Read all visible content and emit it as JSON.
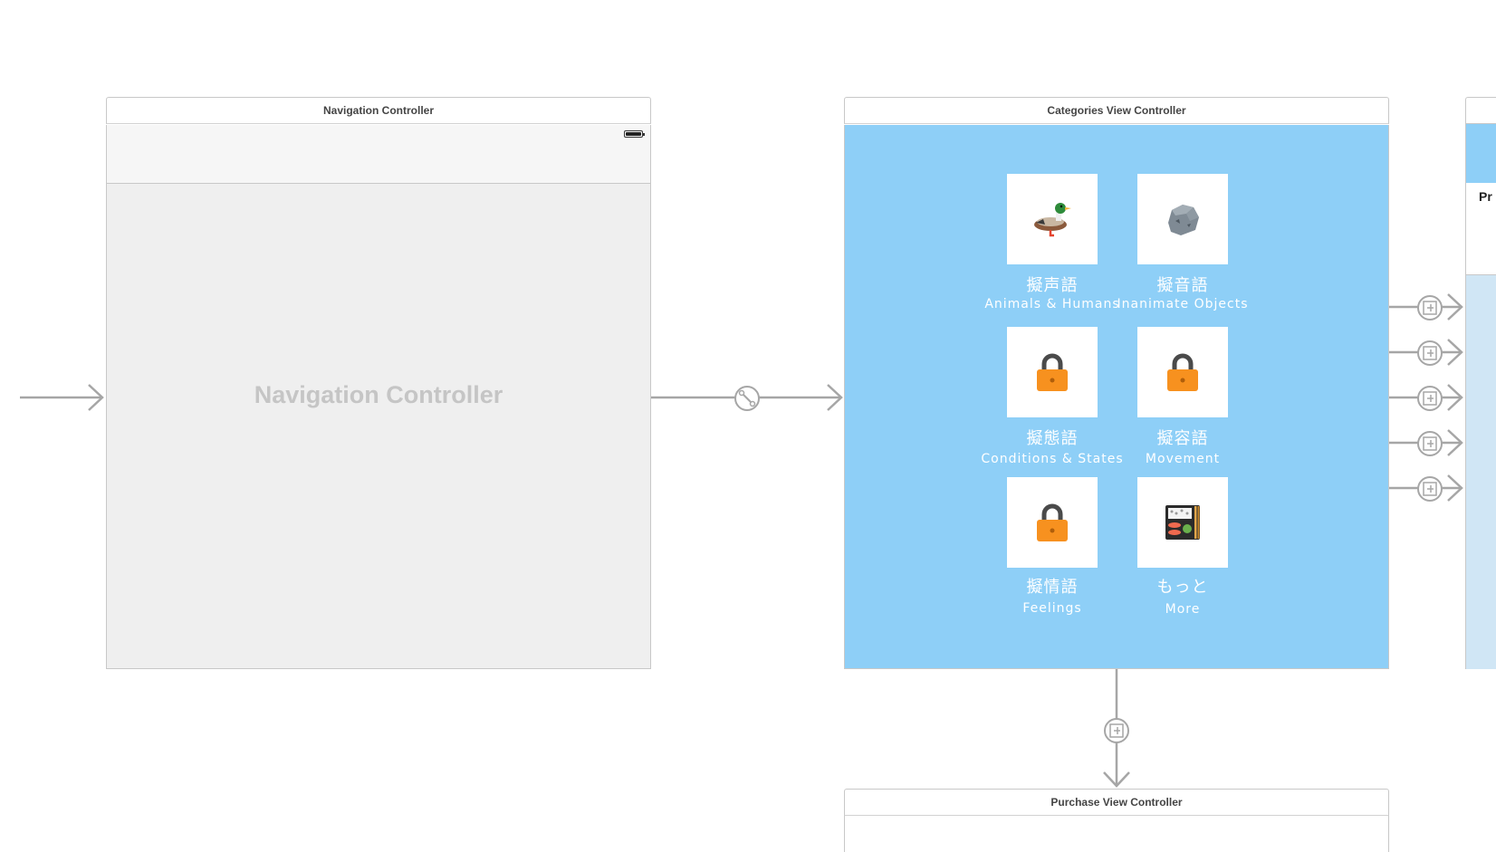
{
  "nav_controller": {
    "title": "Navigation Controller",
    "placeholder": "Navigation Controller"
  },
  "categories_controller": {
    "title": "Categories View Controller",
    "background": "#8ecff7",
    "tiles": [
      {
        "jp": "擬声語",
        "en": "Animals & Humans",
        "icon": "duck-icon"
      },
      {
        "jp": "擬音語",
        "en": "Inanimate Objects",
        "icon": "rock-icon"
      },
      {
        "jp": "擬態語",
        "en": "Conditions & States",
        "icon": "lock-icon"
      },
      {
        "jp": "擬容語",
        "en": "Movement",
        "icon": "lock-icon"
      },
      {
        "jp": "擬情語",
        "en": "Feelings",
        "icon": "lock-icon"
      },
      {
        "jp": "もっと",
        "en": "More",
        "icon": "bento-icon"
      }
    ]
  },
  "purchase_controller": {
    "title": "Purchase View Controller"
  },
  "right_controller": {
    "visible_text": "Pr"
  },
  "segues": {
    "entry": "entry-point-arrow",
    "nav_to_categories": "relationship-segue-icon",
    "categories_to_right_count": 5,
    "categories_to_purchase": "show-segue-icon"
  }
}
